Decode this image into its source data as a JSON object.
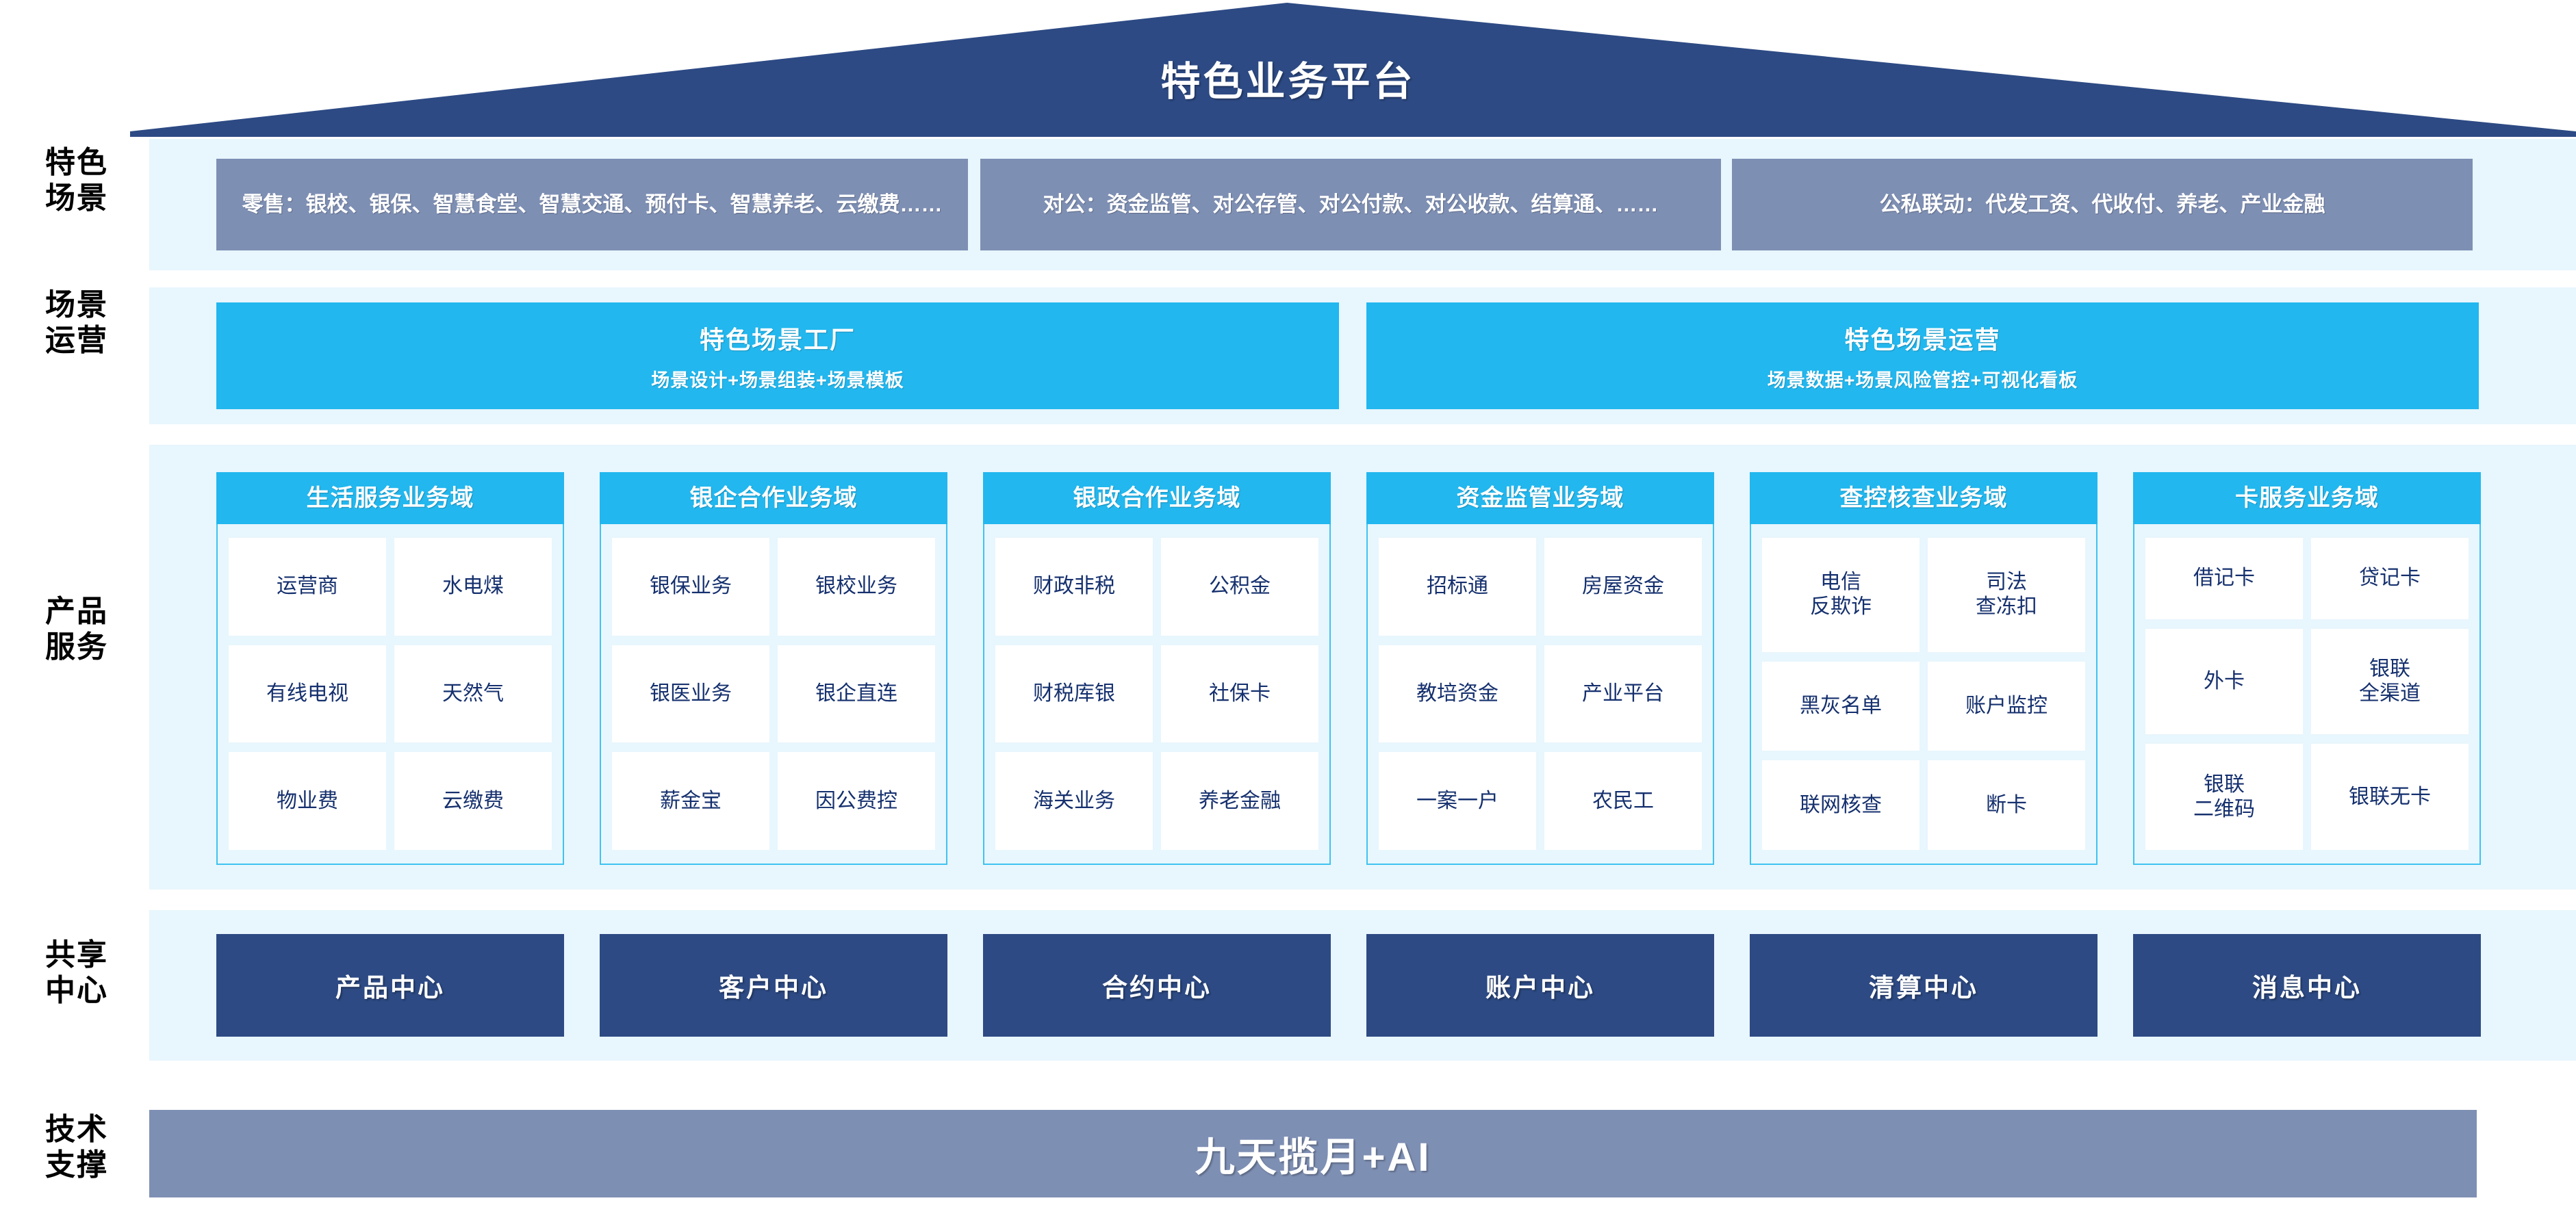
{
  "header": {
    "title": "特色业务平台",
    "roof_color": "#2d4a84"
  },
  "row_labels": {
    "scenario": "特色\n场景",
    "operation": "场景\n运营",
    "product": "产品\n服务",
    "shared": "共享\n中心",
    "tech": "技术\n支撑"
  },
  "scenarios": [
    {
      "text": "零售：银校、银保、智慧食堂、智慧交通、预付卡、智慧养老、云缴费……"
    },
    {
      "text": "对公：资金监管、对公存管、对公付款、对公收款、结算通、……"
    },
    {
      "text": "公私联动：代发工资、代收付、养老、产业金融"
    }
  ],
  "operations": [
    {
      "title": "特色场景工厂",
      "subtitle": "场景设计+场景组装+场景模板"
    },
    {
      "title": "特色场景运营",
      "subtitle": "场景数据+场景风险管控+可视化看板"
    }
  ],
  "domains": [
    {
      "title": "生活服务业务域",
      "cells": [
        "运营商",
        "水电煤",
        "有线电视",
        "天然气",
        "物业费",
        "云缴费"
      ]
    },
    {
      "title": "银企合作业务域",
      "cells": [
        "银保业务",
        "银校业务",
        "银医业务",
        "银企直连",
        "薪金宝",
        "因公费控"
      ]
    },
    {
      "title": "银政合作业务域",
      "cells": [
        "财政非税",
        "公积金",
        "财税库银",
        "社保卡",
        "海关业务",
        "养老金融"
      ]
    },
    {
      "title": "资金监管业务域",
      "cells": [
        "招标通",
        "房屋资金",
        "教培资金",
        "产业平台",
        "一案一户",
        "农民工"
      ]
    },
    {
      "title": "查控核查业务域",
      "cells": [
        "电信\n反欺诈",
        "司法\n查冻扣",
        "黑灰名单",
        "账户监控",
        "联网核查",
        "断卡"
      ]
    },
    {
      "title": "卡服务业务域",
      "cells": [
        "借记卡",
        "贷记卡",
        "外卡",
        "银联\n全渠道",
        "银联\n二维码",
        "银联无卡"
      ]
    }
  ],
  "shared_centers": [
    "产品中心",
    "客户中心",
    "合约中心",
    "账户中心",
    "清算中心",
    "消息中心"
  ],
  "tech_support": {
    "label": "九天揽月+AI"
  },
  "colors": {
    "navy": "#2d4a84",
    "slate": "#7e8fb4",
    "cyan": "#22b7ee",
    "cyan_border": "#3fc3f0",
    "panel_bg": "#e8f6fd",
    "cell_text": "#15306e"
  }
}
